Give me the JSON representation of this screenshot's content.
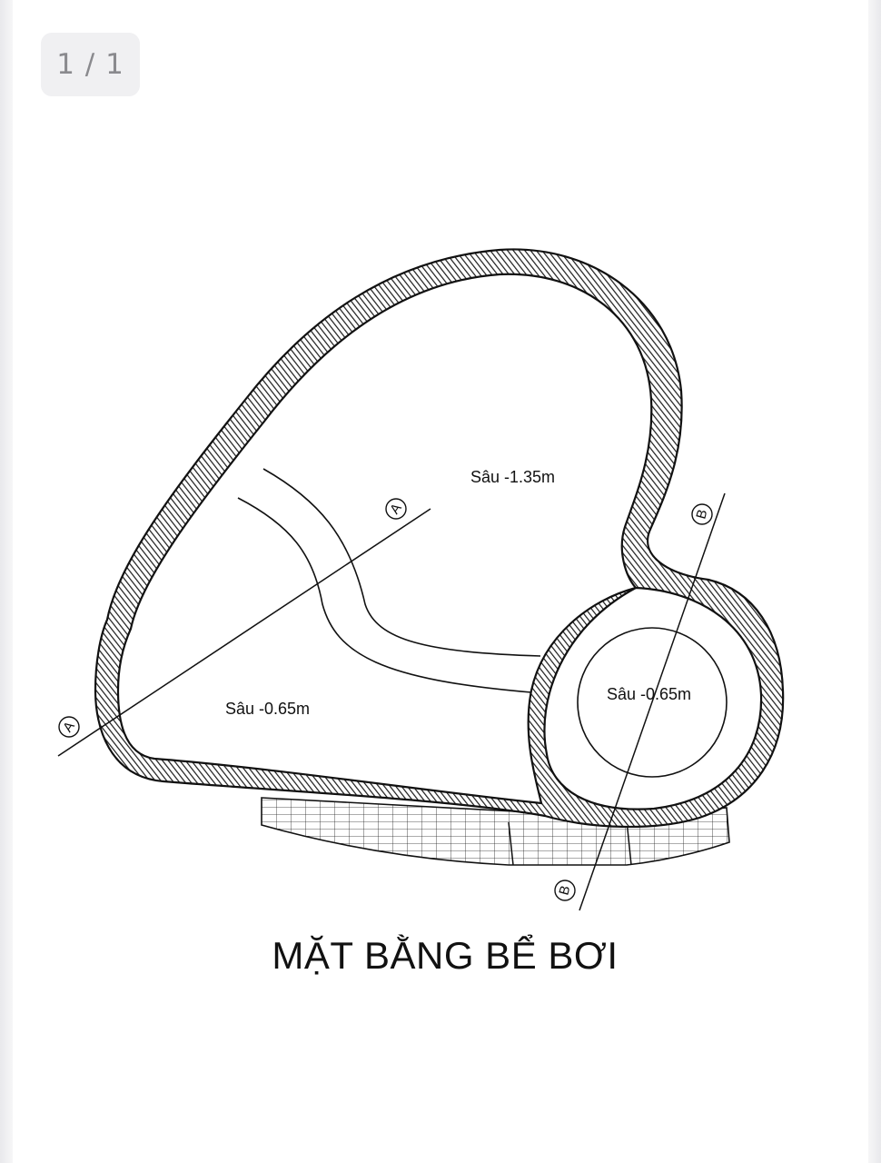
{
  "viewer": {
    "page_counter": "1 / 1"
  },
  "drawing": {
    "title": "MẶT BẰNG BỂ BƠI",
    "depth_labels": {
      "deep_zone": "Sâu -1.35m",
      "shallow_zone": "Sâu -0.65m",
      "round_pool": "Sâu -0.65m"
    },
    "section_markers": {
      "a": "A",
      "b": "B"
    }
  }
}
